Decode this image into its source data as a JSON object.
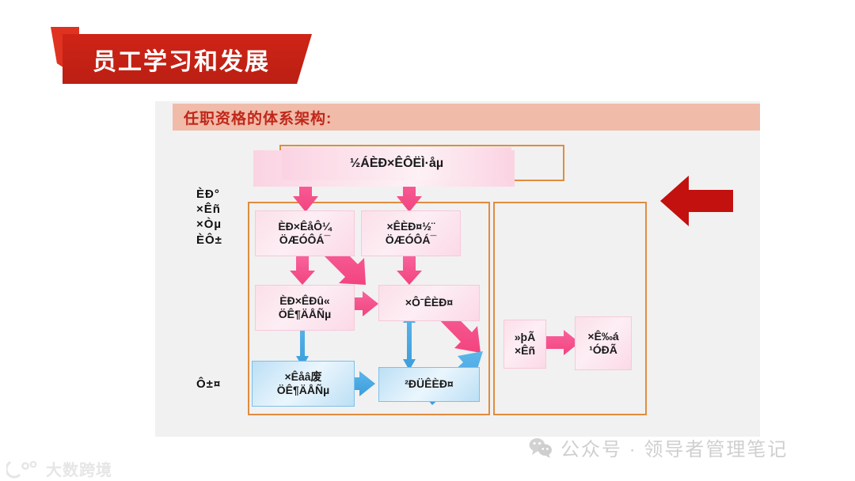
{
  "slide": {
    "title": "员工学习和发展",
    "section_header": "任职资格的体系架构:"
  },
  "diagram": {
    "top_box": {
      "label": "½ÁÈÐ×ÊÔËÌ·åµ"
    },
    "side_labels": {
      "upper": "ÈÐ°\n×Êñ\n×Òµ\nÈÔ±",
      "lower": "Ô±¤"
    },
    "boxes": [
      {
        "id": "box-a",
        "line1": "ÈÐ×ÊåÔ¼",
        "line2": "ÖÆÓÔÁ¯",
        "color": "pink"
      },
      {
        "id": "box-b",
        "line1": "×ÊÈÐ¤½¨",
        "line2": "ÖÆÓÔÁ¯",
        "color": "pink"
      },
      {
        "id": "box-c",
        "line1": "ÈÐ×ÊÐû«",
        "line2": "ÖÊ¶ÄÅÑµ",
        "color": "pink"
      },
      {
        "id": "box-d",
        "line1": "×ÔˉÊÈÐ¤",
        "line2": "",
        "color": "pink"
      },
      {
        "id": "box-e",
        "line1": "×Êåâ废",
        "line2": "ÖÊ¶ÄÅÑµ",
        "color": "blue"
      },
      {
        "id": "box-f",
        "line1": "²ÐÜÊÈÐ¤",
        "line2": "",
        "color": "blue"
      },
      {
        "id": "box-g",
        "line1": "»þÃ",
        "line2": "×Êñ",
        "color": "pink"
      },
      {
        "id": "box-h",
        "line1": "×Ê‰á",
        "line2": "¹ÓÐÃ",
        "color": "pink"
      }
    ]
  },
  "watermark": {
    "text": "公众号 · 领导者管理笔记"
  },
  "brand": {
    "text": "大数跨境"
  },
  "colors": {
    "ribbon_red": "#cf2417",
    "header_peach": "#f0bba9",
    "header_text_red": "#c0271a",
    "frame_orange": "#e08c3e",
    "arrow_pink": "#f4558f",
    "arrow_blue": "#45a6e0",
    "big_arrow_red": "#c2110e",
    "panel_bg": "#f1f1f1"
  }
}
